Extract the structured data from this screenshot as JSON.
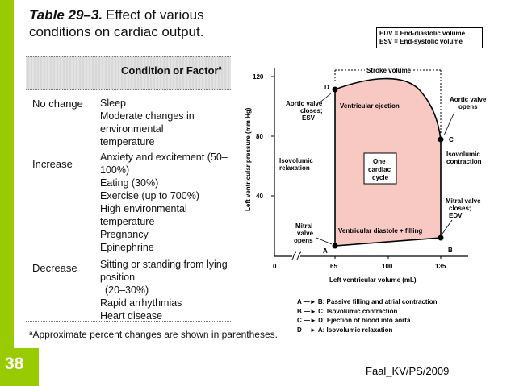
{
  "slide": {
    "number": "38",
    "footer": "Faal_KV/PS/2009"
  },
  "table": {
    "title_label": "Table 29–3.",
    "title_text": "Effect of various conditions on cardiac output.",
    "header": "Condition or Factor",
    "header_sup": "a",
    "groups": [
      {
        "label": "No change",
        "items": [
          "Sleep",
          "Moderate changes in environmental",
          "temperature"
        ]
      },
      {
        "label": "Increase",
        "items": [
          "Anxiety and excitement (50–100%)",
          "Eating (30%)",
          "Exercise (up to 700%)",
          "High environmental temperature",
          "Pregnancy",
          "Epinephrine"
        ]
      },
      {
        "label": "Decrease",
        "items": [
          "Sitting or standing from lying position",
          "(20–30%)",
          "Rapid arrhythmias",
          "Heart disease"
        ]
      }
    ],
    "footnote": "ᵃApproximate percent changes are shown in parentheses."
  },
  "figure": {
    "legend": [
      "EDV = End-diastolic volume",
      "ESV = End-systolic volume"
    ],
    "ylabel": "Left ventricular pressure (mm Hg)",
    "xlabel": "Left ventricular volume (mL)",
    "yticks": [
      "120",
      "80",
      "40",
      "0"
    ],
    "xticks": [
      "65",
      "100",
      "135"
    ],
    "stroke_volume": "Stroke volume",
    "labels": {
      "ventricular_ejection": "Ventricular ejection",
      "ventricular_diastole": "Ventricular diastole + filling",
      "one_cycle": [
        "One",
        "cardiac",
        "cycle"
      ],
      "isovolumic_relaxation": [
        "Isovolumic",
        "relaxation"
      ],
      "isovolumic_contraction": [
        "Isovolumic",
        "contraction"
      ],
      "aortic_closes": [
        "Aortic valve",
        "closes;",
        "ESV"
      ],
      "aortic_opens": [
        "Aortic valve",
        "opens"
      ],
      "mitral_closes": [
        "Mitral valve",
        "closes;",
        "EDV"
      ],
      "mitral_opens": [
        "Mitral",
        "valve",
        "opens"
      ]
    },
    "points": [
      "A",
      "B",
      "C",
      "D"
    ],
    "steps": [
      {
        "from": "A",
        "to": "B",
        "text": "Passive filling and atrial contraction"
      },
      {
        "from": "B",
        "to": "C",
        "text": "Isovolumic contraction"
      },
      {
        "from": "C",
        "to": "D",
        "text": "Ejection of blood into aorta"
      },
      {
        "from": "D",
        "to": "A",
        "text": "Isovolumic relaxation"
      }
    ],
    "colors": {
      "loop_fill": "#f7c9c2",
      "accent": "#99cc00"
    }
  }
}
